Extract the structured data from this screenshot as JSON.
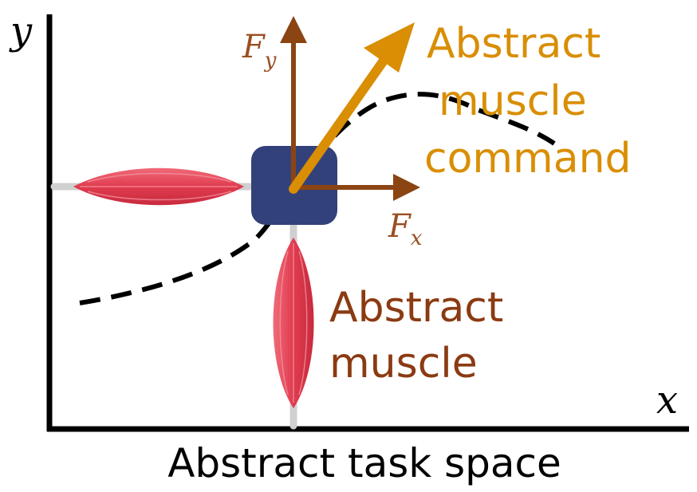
{
  "axes": {
    "x_label": "x",
    "y_label": "y"
  },
  "force_labels": {
    "fx_main": "F",
    "fx_sub": "x",
    "fy_main": "F",
    "fy_sub": "y"
  },
  "command_label": {
    "line1": "Abstract",
    "line2": "muscle",
    "line3": "command"
  },
  "muscle_label": {
    "line1": "Abstract",
    "line2": "muscle"
  },
  "caption": "Abstract task space",
  "colors": {
    "axis": "#000000",
    "force_arrow": "#8b4513",
    "force_label": "#9a4e22",
    "command_arrow": "#d98e04",
    "command_label": "#d98e04",
    "muscle_label": "#8b3a12",
    "end_effector": "#33417a",
    "muscle_fill": "#e03c4f",
    "tendon": "#d0d0d0",
    "trajectory": "#000000"
  }
}
